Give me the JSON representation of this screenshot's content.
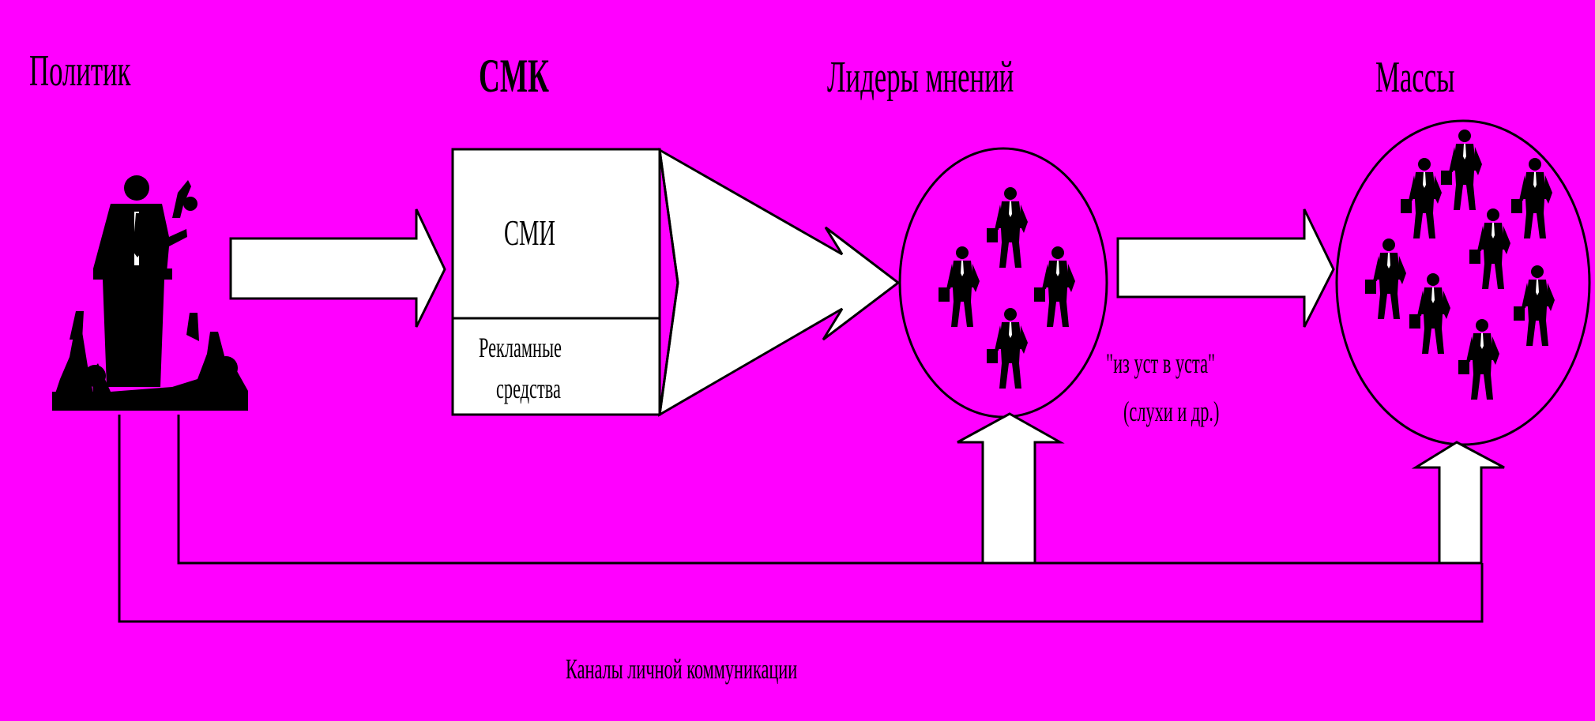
{
  "colors": {
    "background": "#ff00ff",
    "ink": "#000000",
    "fill": "#ffffff"
  },
  "labels": {
    "politician": "Политик",
    "smk": "СМК",
    "leaders": "Лидеры мнений",
    "masses": "Массы"
  },
  "media_box": {
    "smi": "СМИ",
    "ads_line1": "Рекламные",
    "ads_line2": "средства"
  },
  "word_of_mouth": {
    "line1": "\"из уст в уста\"",
    "line2": "(слухи и др.)"
  },
  "personal_channels": "Каналы личной коммуникации",
  "icons": {
    "speaker": "speaker-at-podium-icon",
    "businessman": "businessman-with-briefcase-icon"
  }
}
